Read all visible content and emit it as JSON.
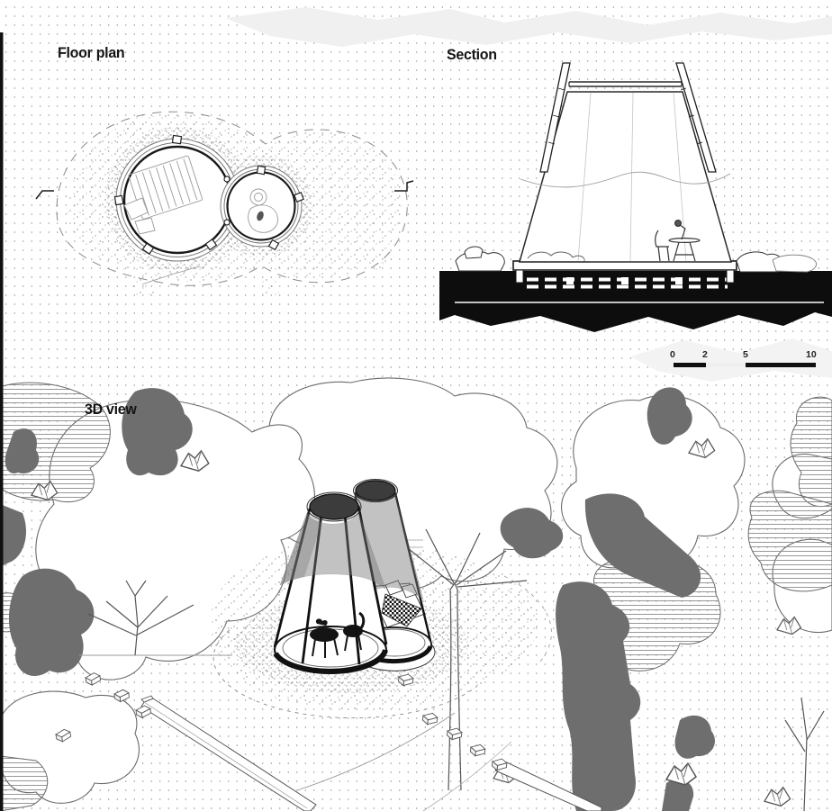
{
  "panels": {
    "floor_plan": {
      "label": "Floor plan"
    },
    "section": {
      "label": "Section",
      "scale_bar": {
        "ticks": [
          "0",
          "2",
          "5",
          "10"
        ],
        "unit_style": "meters-bar"
      }
    },
    "three_d_view": {
      "label": "3D view"
    }
  },
  "colors": {
    "ink": "#1a1a1a",
    "sketch_line": "#8a8a8a",
    "tree_gray": "#6e6e6e",
    "fabric_gray": "#7a7a7a",
    "ground_black": "#0d0d0d",
    "dot_grid": "#a6a6a6",
    "watermark": "#f0f0f0"
  }
}
